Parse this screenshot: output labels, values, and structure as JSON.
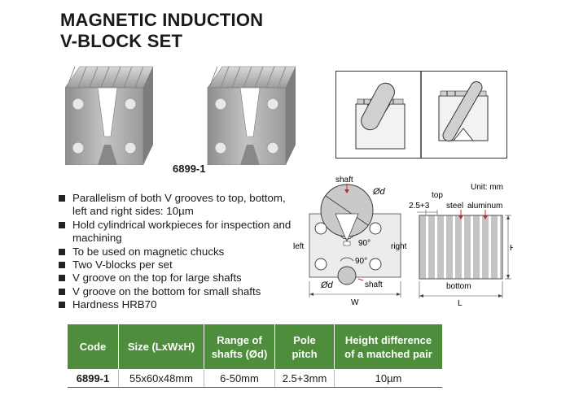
{
  "title_line1": "MAGNETIC INDUCTION",
  "title_line2": "V-BLOCK SET",
  "model": "6899-1",
  "features": [
    "Parallelism of both V grooves to top, bottom, left and right sides: 10µm",
    "Hold cylindrical workpieces for inspection and machining",
    "To be used on magnetic chucks",
    "Two V-blocks per set",
    "V groove on the top for large shafts",
    "V groove on the bottom for small shafts",
    "Hardness HRB70"
  ],
  "diagram": {
    "shaft": "shaft",
    "od": "Ød",
    "angle": "90°",
    "left": "left",
    "right": "right",
    "w": "W",
    "unit": "Unit: mm",
    "top": "top",
    "pitch": "2.5+3",
    "steel": "steel",
    "aluminum": "aluminum",
    "h": "H",
    "bottom": "bottom",
    "l": "L"
  },
  "table": {
    "headers": [
      "Code",
      "Size (LxWxH)",
      "Range of shafts (Ød)",
      "Pole pitch",
      "Height difference of a matched pair"
    ],
    "row": [
      "6899-1",
      "55x60x48mm",
      "6-50mm",
      "2.5+3mm",
      "10µm"
    ]
  },
  "colors": {
    "header_green": "#4d8d3b"
  },
  "icons": [
    "v-block-photo",
    "shaft-top-icon",
    "shaft-bottom-icon"
  ]
}
